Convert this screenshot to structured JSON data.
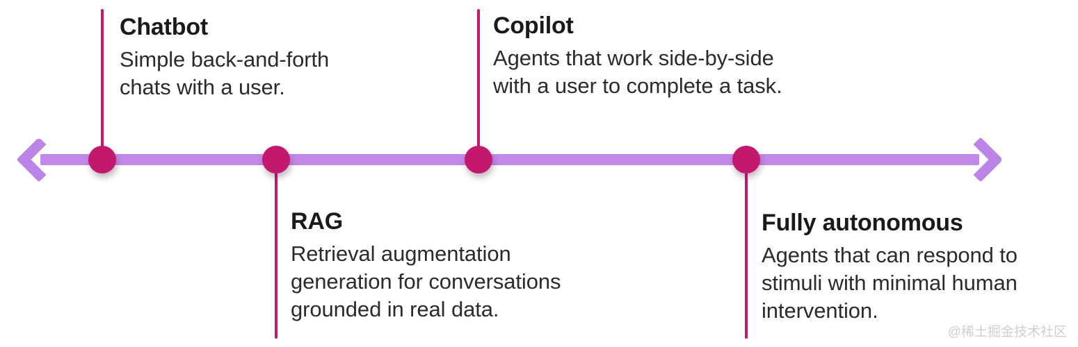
{
  "theme": {
    "background": "#ffffff",
    "axis_color": "#c389e8",
    "arrow_color": "#bb84e6",
    "node_color": "#c2186e",
    "title_color": "#1a1a1a",
    "body_color": "#2b2b2b",
    "watermark_color": "#cfcfcf"
  },
  "axis": {
    "left_arrow_icon": "arrow-left-icon",
    "right_arrow_icon": "arrow-right-icon"
  },
  "milestones": [
    {
      "id": "chatbot",
      "title": "Chatbot",
      "side": "above",
      "lines": [
        "Simple back-and-forth",
        "chats with a user."
      ]
    },
    {
      "id": "rag",
      "title": "RAG",
      "side": "below",
      "lines": [
        "Retrieval augmentation",
        "generation for conversations",
        "grounded in real data."
      ]
    },
    {
      "id": "copilot",
      "title": "Copilot",
      "side": "above",
      "lines": [
        "Agents that work side-by-side",
        "with a user to complete a task."
      ]
    },
    {
      "id": "fully-autonomous",
      "title": "Fully autonomous",
      "side": "below",
      "lines": [
        "Agents that can respond to",
        "stimuli with minimal human",
        "intervention."
      ]
    }
  ],
  "watermark": {
    "text": "@稀土掘金技术社区"
  }
}
